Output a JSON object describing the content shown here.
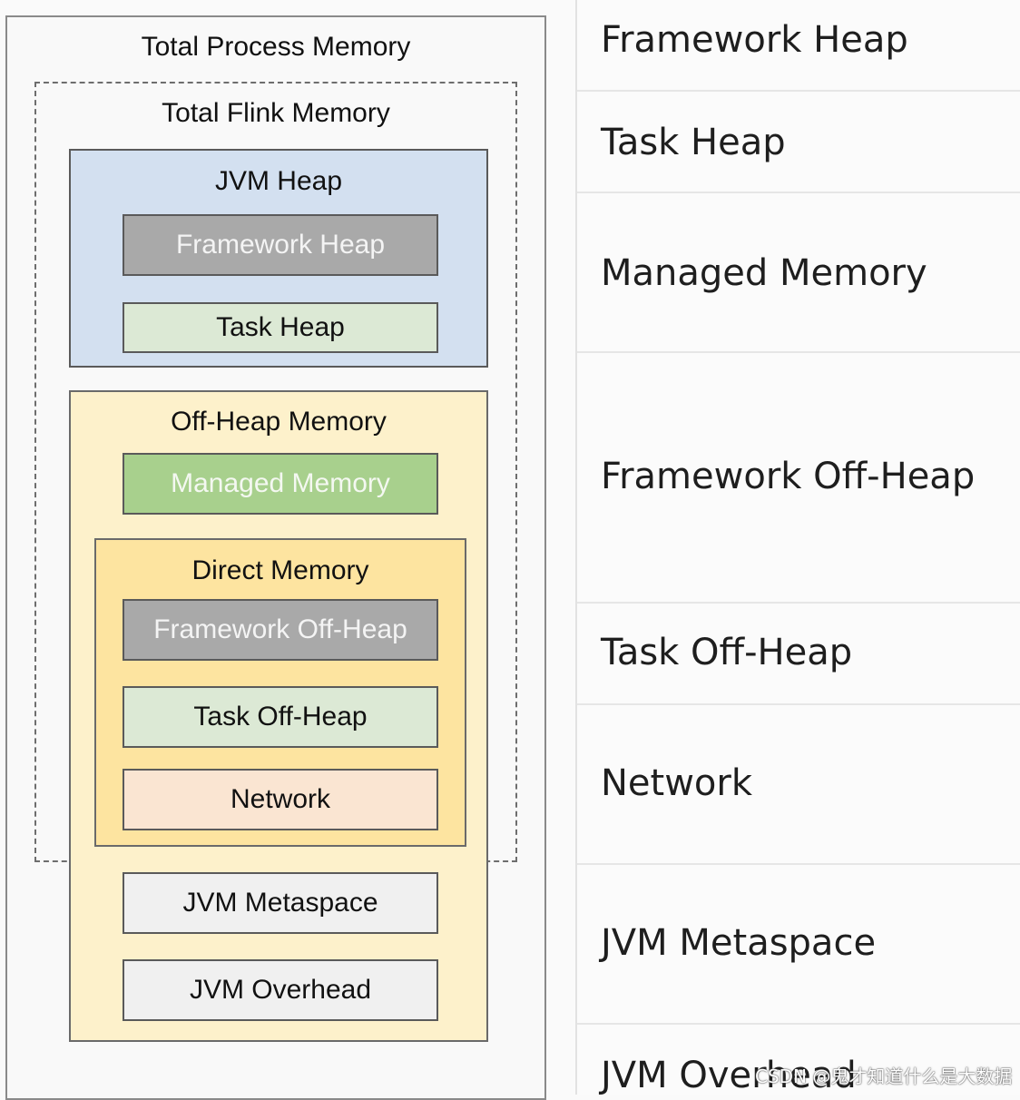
{
  "diagram": {
    "total_process_memory": "Total Process Memory",
    "total_flink_memory": "Total Flink Memory",
    "jvm_heap": {
      "title": "JVM Heap",
      "framework_heap": "Framework Heap",
      "task_heap": "Task Heap"
    },
    "off_heap": {
      "title": "Off-Heap Memory",
      "managed_memory": "Managed Memory",
      "direct_memory": {
        "title": "Direct Memory",
        "framework_off_heap": "Framework Off-Heap",
        "task_off_heap": "Task Off-Heap",
        "network": "Network"
      }
    },
    "jvm_metaspace": "JVM Metaspace",
    "jvm_overhead": "JVM Overhead",
    "colors": {
      "jvm_heap": "#d3e0f0",
      "off_heap": "#fdf1cb",
      "direct_memory": "#fde4a0",
      "framework": "#a9a9a9",
      "task": "#dce9d5",
      "managed": "#a8d08d",
      "network": "#fae5d2",
      "jvm_misc": "#f0f0f0"
    }
  },
  "table": {
    "rows": [
      "Framework Heap",
      "Task Heap",
      "Managed Memory",
      "Framework Off-Heap",
      "Task Off-Heap",
      "Network",
      "JVM Metaspace",
      "JVM Overhead"
    ]
  },
  "watermark": "CSDN @鬼才知道什么是大数据"
}
